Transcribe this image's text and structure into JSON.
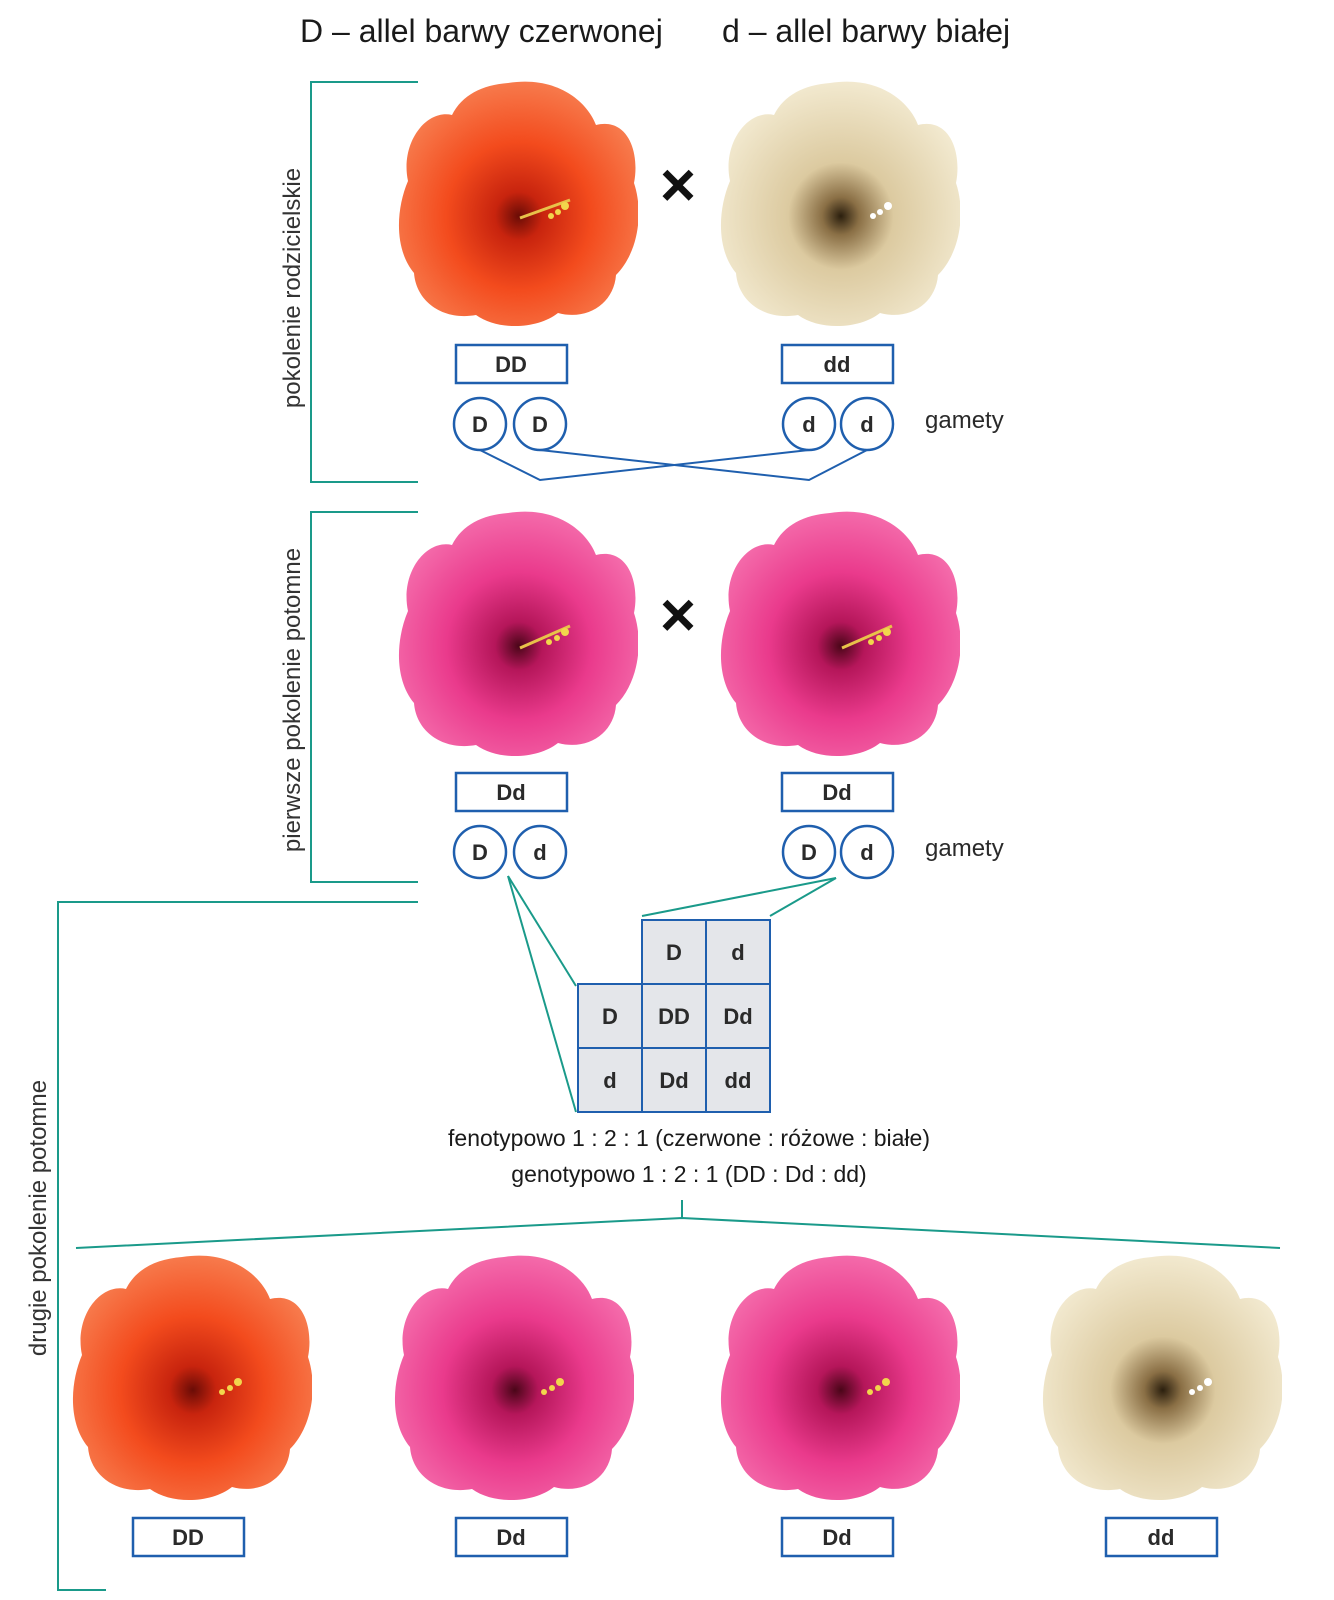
{
  "header": {
    "allele_dominant": "D – allel barwy czerwonej",
    "allele_recessive": "d – allel barwy białej"
  },
  "generations": {
    "parental": "pokolenie rodzicielskie",
    "first": "pierwsze pokolenie potomne",
    "second": "drugie pokolenie potomne"
  },
  "gametes_label": "gamety",
  "cross_symbol": "×",
  "parental": {
    "left": {
      "genotype": "DD",
      "color": "red",
      "gametes": [
        "D",
        "D"
      ]
    },
    "right": {
      "genotype": "dd",
      "color": "white",
      "gametes": [
        "d",
        "d"
      ]
    }
  },
  "f1": {
    "left": {
      "genotype": "Dd",
      "color": "pink",
      "gametes": [
        "D",
        "d"
      ]
    },
    "right": {
      "genotype": "Dd",
      "color": "pink",
      "gametes": [
        "D",
        "d"
      ]
    }
  },
  "punnett": {
    "col_headers": [
      "D",
      "d"
    ],
    "row_headers": [
      "D",
      "d"
    ],
    "cells": [
      [
        "DD",
        "Dd"
      ],
      [
        "Dd",
        "dd"
      ]
    ]
  },
  "ratios": {
    "phenotypic": "fenotypowo 1 : 2 : 1 (czerwone : różowe : białe)",
    "genotypic": "genotypowo 1 : 2 : 1 (DD : Dd : dd)"
  },
  "f2": [
    {
      "genotype": "DD",
      "color": "red"
    },
    {
      "genotype": "Dd",
      "color": "pink"
    },
    {
      "genotype": "Dd",
      "color": "pink"
    },
    {
      "genotype": "dd",
      "color": "white"
    }
  ],
  "colors": {
    "box_blue": "#1f5fae",
    "bracket_teal": "#1a9a8a",
    "cell_fill": "#e4e6ea",
    "red_flower": "#f04a1e",
    "pink_flower": "#e8338a",
    "white_flower": "#e8dab4"
  }
}
